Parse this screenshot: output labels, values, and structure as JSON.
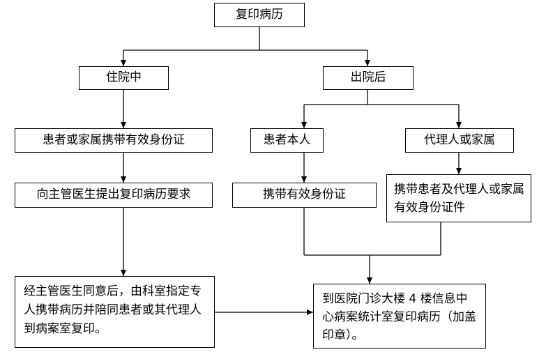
{
  "nodes": {
    "root": "复印病历",
    "inpatient": "住院中",
    "discharged": "出院后",
    "in_step1": "患者或家属携带有效身份证",
    "in_step2": "向主管医生提出复印病历要求",
    "in_step3": "经主管医生同意后，由科室指定专人携带病历并陪同患者或其代理人到病案室复印。",
    "out_self": "患者本人",
    "out_agent": "代理人或家属",
    "out_self_id": "携带有效身份证",
    "out_agent_id": "携带患者及代理人或家属有效身份证件",
    "final": "到医院门诊大楼 4 楼信息中心病案统计室复印病历（加盖印章）。"
  }
}
